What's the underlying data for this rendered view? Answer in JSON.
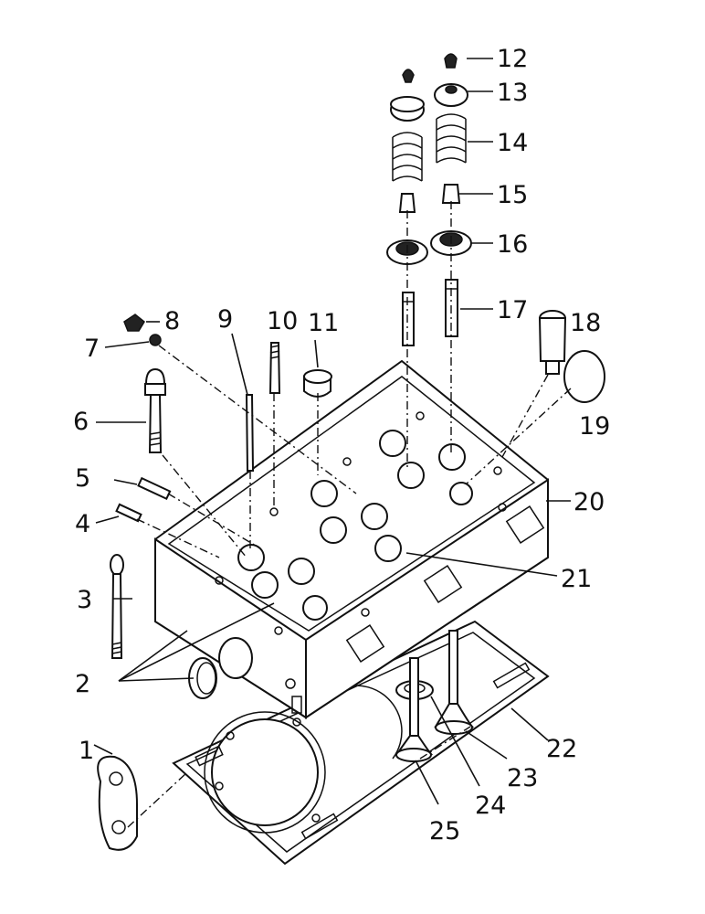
{
  "callouts": [
    "1",
    "2",
    "3",
    "4",
    "5",
    "6",
    "7",
    "8",
    "9",
    "10",
    "11",
    "12",
    "13",
    "14",
    "15",
    "16",
    "17",
    "18",
    "19",
    "20",
    "21",
    "22",
    "23",
    "24",
    "25"
  ],
  "colors": {
    "ink": "#111111",
    "paper": "#ffffff"
  }
}
